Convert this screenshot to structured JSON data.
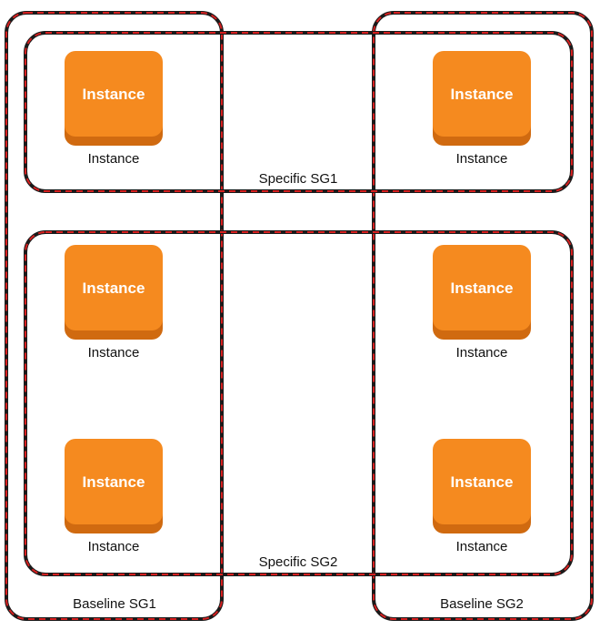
{
  "groups": {
    "baseline_sg1": "Baseline SG1",
    "baseline_sg2": "Baseline SG2",
    "specific_sg1": "Specific SG1",
    "specific_sg2": "Specific SG2"
  },
  "instance": {
    "icon_text": "Instance",
    "caption": "Instance"
  },
  "colors": {
    "border_dark": "#1a1a1a",
    "border_dash": "#d62020",
    "instance_fill": "#f58a1f",
    "instance_bottom": "#d06a10"
  }
}
